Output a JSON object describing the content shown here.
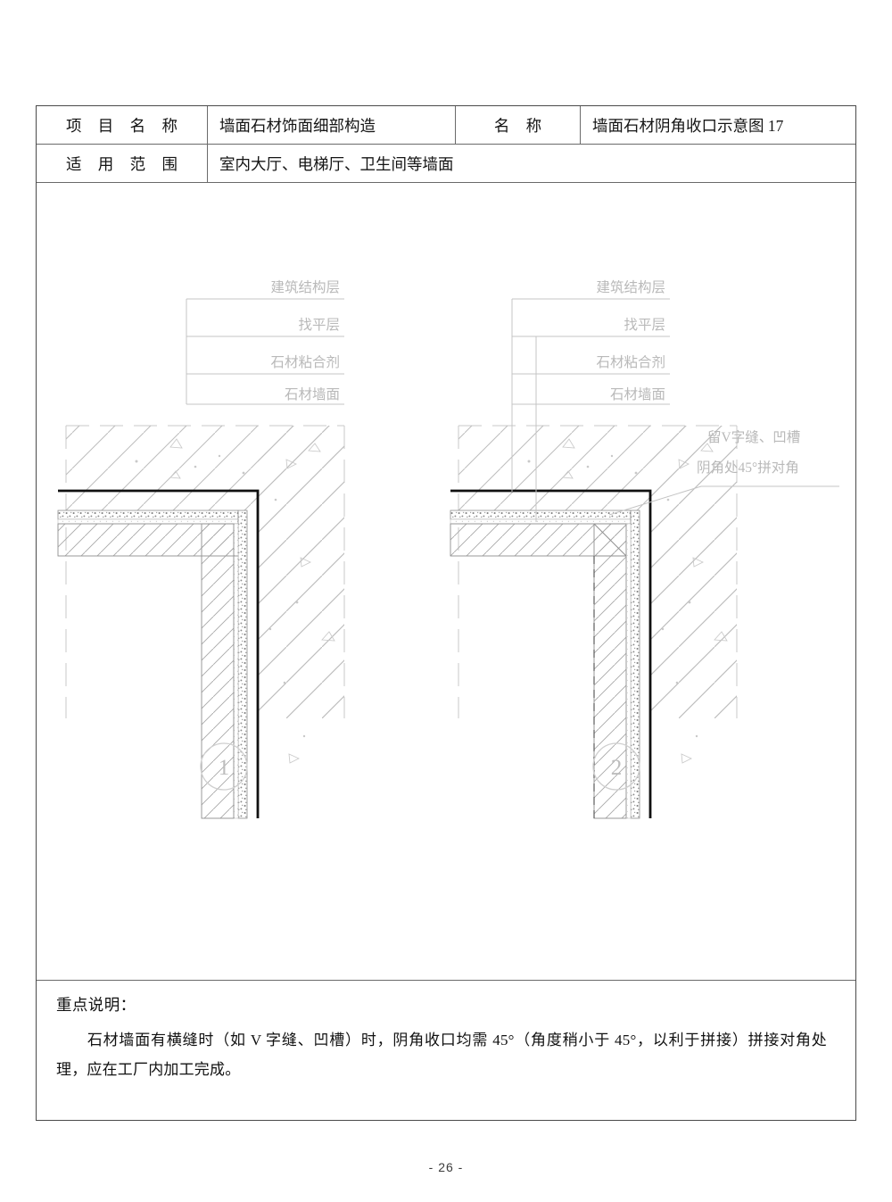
{
  "document": {
    "page_number": "- 26 -"
  },
  "header": {
    "project_label": "项 目 名 称",
    "project_value": "墙面石材饰面细部构造",
    "name_label": "名    称",
    "name_value": "墙面石材阴角收口示意图 17",
    "scope_label": "适 用 范 围",
    "scope_value": "室内大厅、电梯厅、卫生间等墙面"
  },
  "drawing": {
    "left_detail": {
      "marker": "1",
      "annotations": [
        "建筑结构层",
        "找平层",
        "石材粘合剂",
        "石材墙面"
      ]
    },
    "right_detail": {
      "marker": "2",
      "annotations": [
        "建筑结构层",
        "找平层",
        "石材粘合剂",
        "石材墙面"
      ],
      "callout_line_1": "留V字缝、凹槽",
      "callout_line_2": "阴角处45°拼对角"
    }
  },
  "note": {
    "title": "重点说明：",
    "body": "石材墙面有横缝时（如 V 字缝、凹槽）时，阴角收口均需 45°（角度稍小于 45°，以利于拼接）拼接对角处理，应在工厂内加工完成。"
  },
  "colors": {
    "border": "#4a4a4a",
    "rule": "#6a6a6a",
    "wall_line": "#111111",
    "hatch": "#9a9a9a",
    "faint": "#c4c4c4",
    "text": "#141414"
  }
}
